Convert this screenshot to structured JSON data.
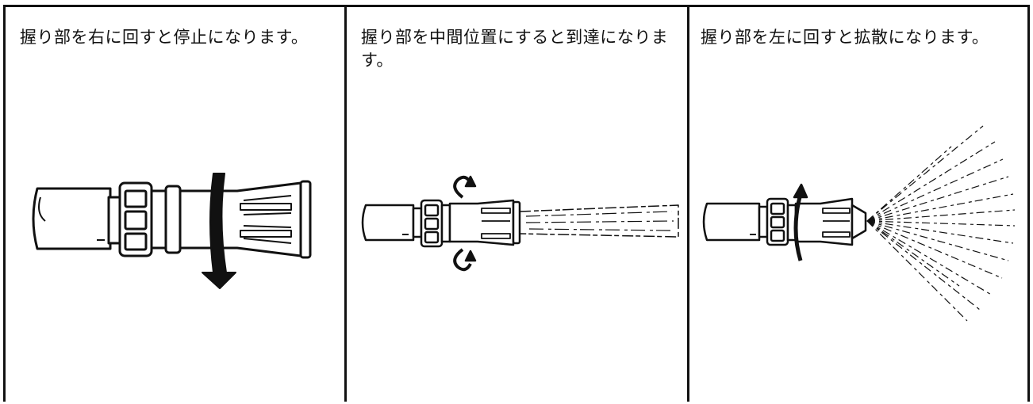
{
  "panels": [
    {
      "caption": "握り部を右に回すと停止になります。",
      "state": "stop",
      "rotation": "right"
    },
    {
      "caption": "握り部を中間位置にすると到達になります。",
      "state": "reach",
      "rotation": "middle"
    },
    {
      "caption": "握り部を左に回すと拡散になります。",
      "state": "spread",
      "rotation": "left"
    }
  ]
}
